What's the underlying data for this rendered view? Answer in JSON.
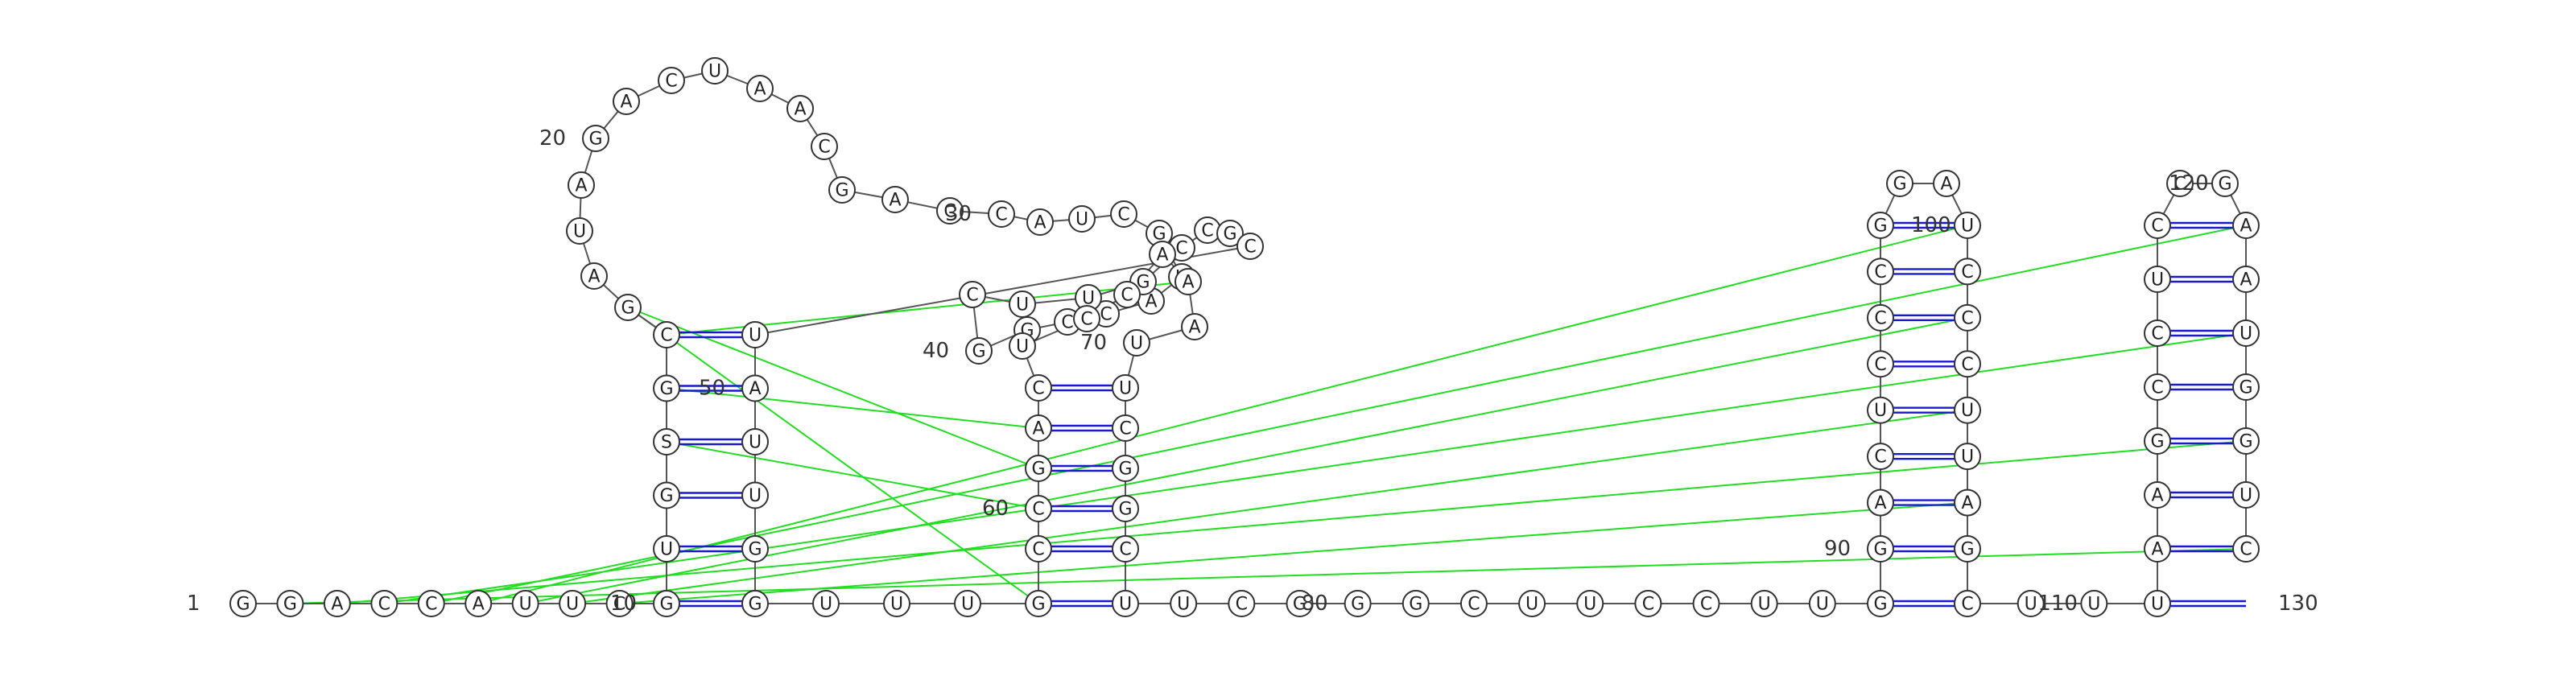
{
  "rna": {
    "sequence": "GGACCAUUCGUGSGCGAUAGACUAACGACCAUCGUACCGGCUUGCCGCUAUUGGUUUGCCGACUCCAAAUUCGGCUUCGGGCUUCCUUGGACUCCCGGAUCCCUUAGCUUUAAGCCUCCGAAUGGUC",
    "length": 130,
    "position_labels": [
      {
        "n": 1,
        "text": "1"
      },
      {
        "n": 10,
        "text": "10"
      },
      {
        "n": 20,
        "text": "20"
      },
      {
        "n": 30,
        "text": "30"
      },
      {
        "n": 40,
        "text": "40"
      },
      {
        "n": 50,
        "text": "50"
      },
      {
        "n": 60,
        "text": "60"
      },
      {
        "n": 70,
        "text": "70"
      },
      {
        "n": 80,
        "text": "80"
      },
      {
        "n": 90,
        "text": "90"
      },
      {
        "n": 100,
        "text": "100"
      },
      {
        "n": 110,
        "text": "110"
      },
      {
        "n": 120,
        "text": "120"
      },
      {
        "n": 130,
        "text": "130"
      }
    ],
    "colors": {
      "canonical_pair": "#1a1acc",
      "wobble_marker": "#1a1acc",
      "tertiary_interaction": "#22dd22",
      "backbone": "#555555",
      "nucleotide_outline": "#333333"
    }
  }
}
